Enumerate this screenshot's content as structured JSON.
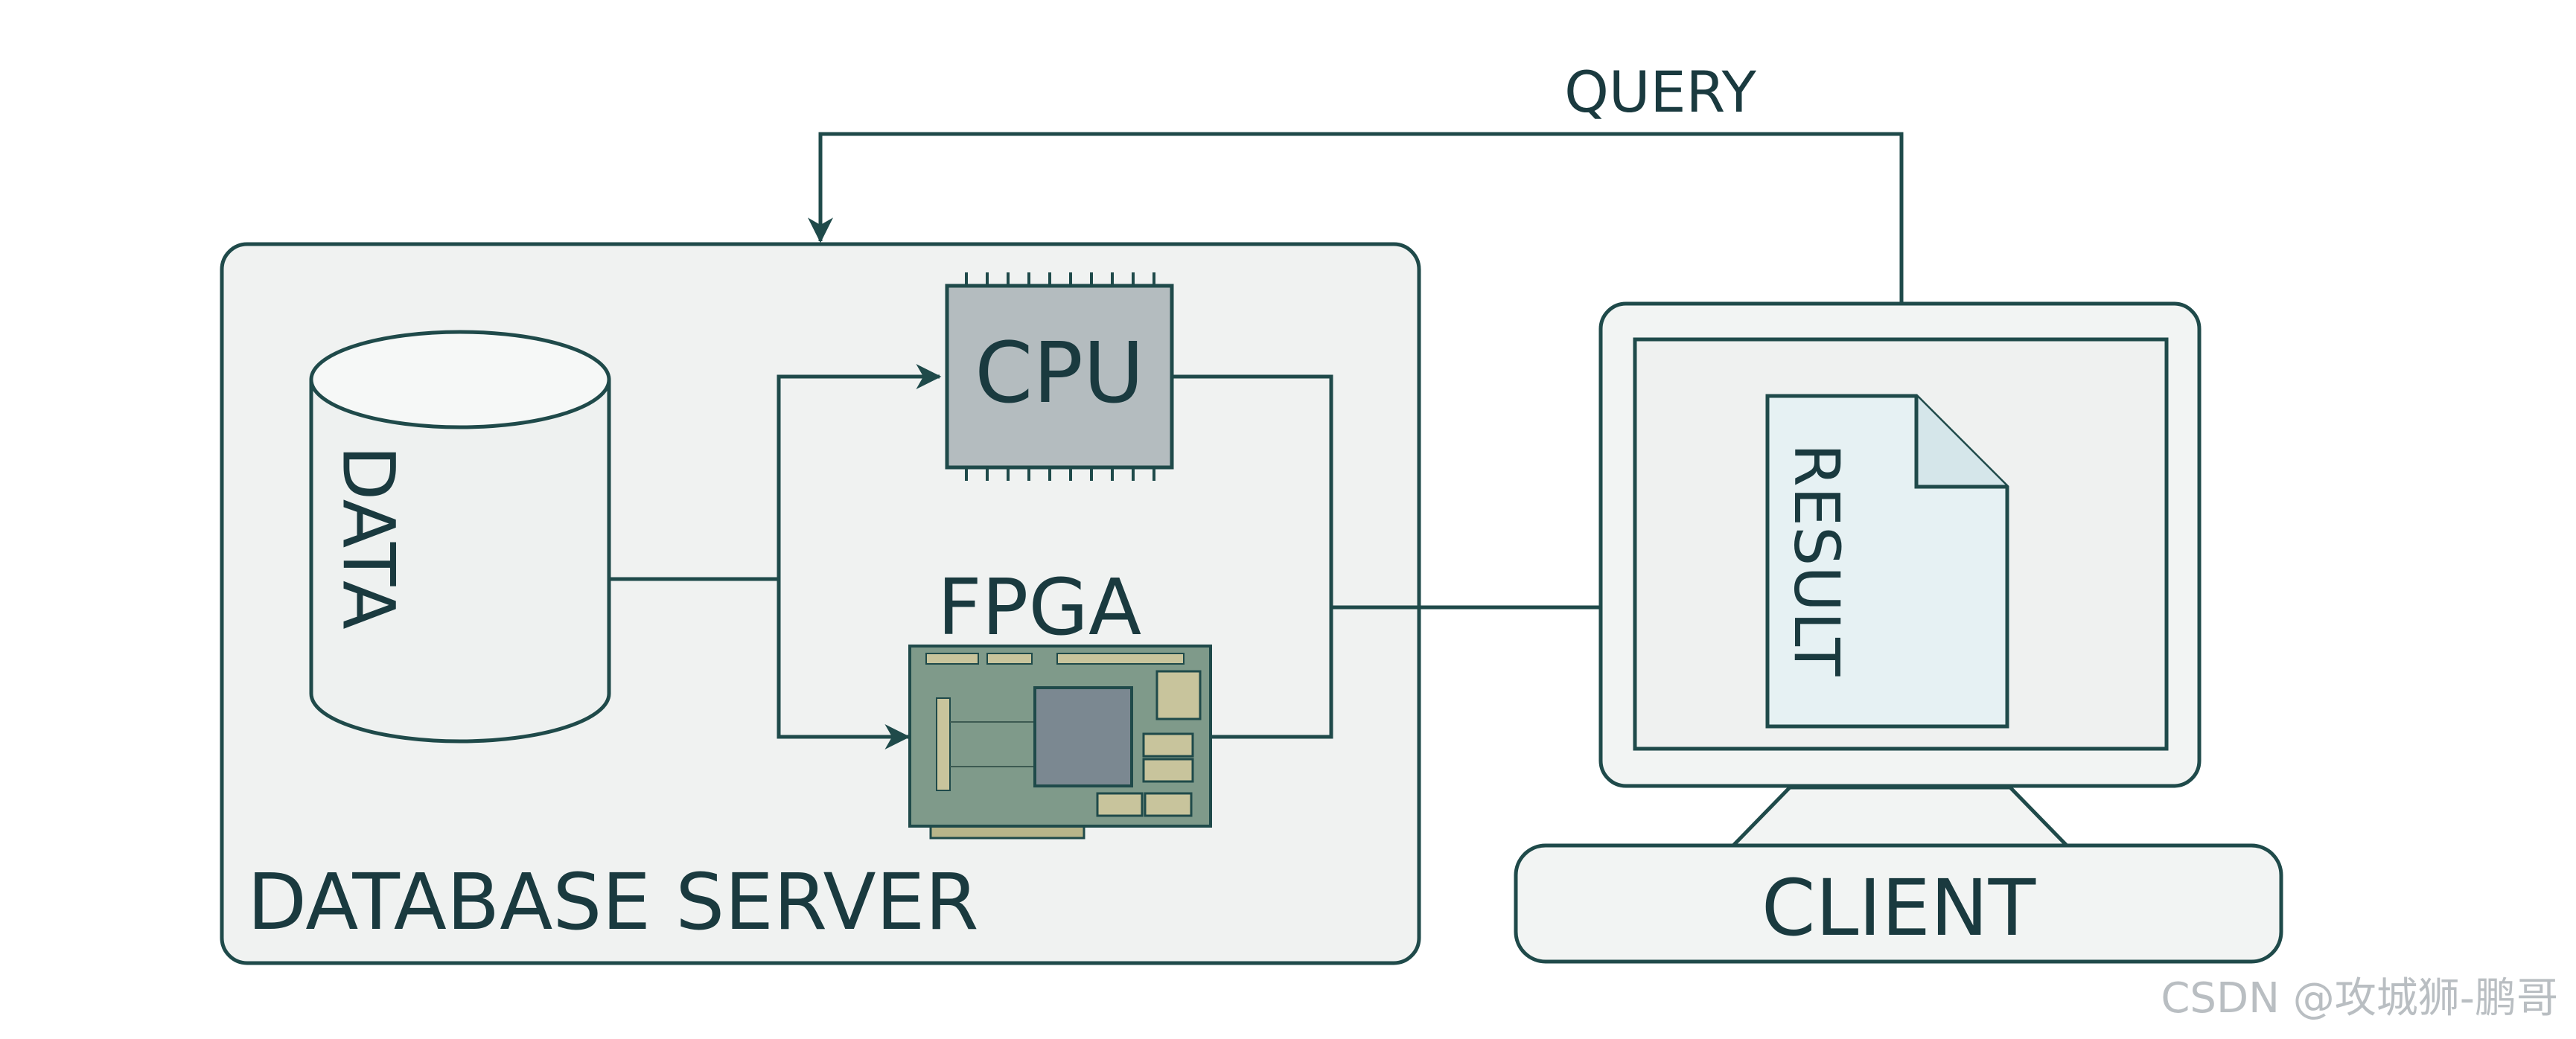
{
  "labels": {
    "query": "QUERY",
    "cpu": "CPU",
    "fpga": "FPGA",
    "data": "DATA",
    "result": "RESULT",
    "server": "DATABASE SERVER",
    "client": "CLIENT"
  },
  "watermark": "CSDN @攻城狮-鹏哥",
  "colors": {
    "stroke": "#1f4a4a",
    "panel": "#f0f2f1",
    "cpu": "#b4bcbf",
    "fpga_board": "#7f9a8a",
    "fpga_chip": "#7b8891",
    "result_doc": "#e6f1f3"
  }
}
